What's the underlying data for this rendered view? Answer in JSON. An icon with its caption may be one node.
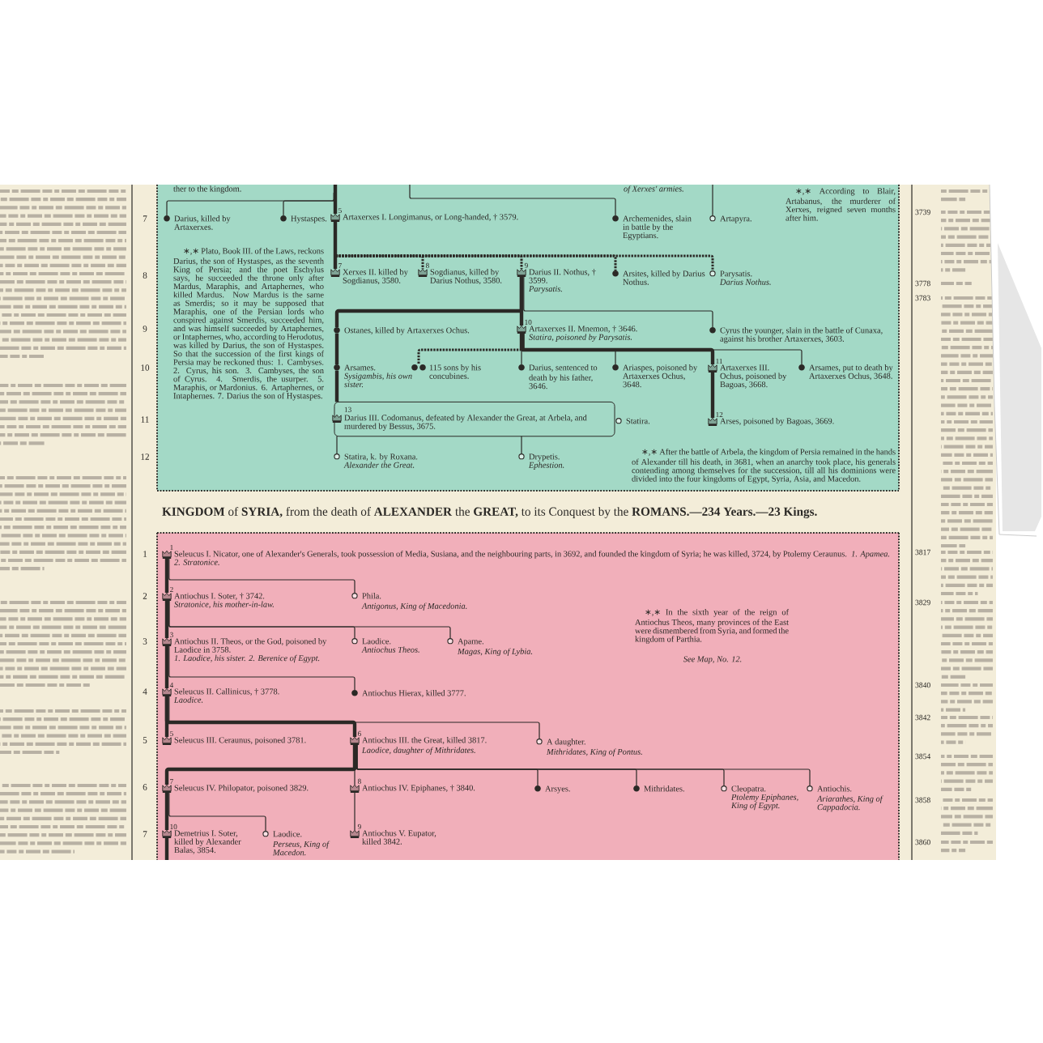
{
  "diagram": {
    "nodes": [
      {
        "text": [],
        "shape": "box"
      },
      {
        "text": [],
        "shape": "dot",
        "beside": [
          "Darius, killed by Artaxerxes."
        ],
        "in": 0
      },
      {
        "text": [],
        "shape": "dot",
        "beside": [
          "Hystaspes."
        ],
        "in": 0
      },
      {
        "text": [],
        "shape": "crown",
        "beside": [
          "5",
          "Artaxerxes I. Longimanus, or Long-handed, † 3579."
        ],
        "in": 0
      },
      {
        "text": [],
        "shape": "dot",
        "beside": [
          "Archemenides, slain in battle by the Egyptians."
        ],
        "in": 0
      },
      {
        "text": [],
        "shape": "circle",
        "beside": [
          "Artapyra."
        ],
        "in": 0
      },
      {
        "text": [],
        "shape": "crown",
        "beside": [
          "7",
          "Xerxes II. killed by Sogdianus, 3580."
        ],
        "in": 0
      },
      {
        "text": [],
        "shape": "crown",
        "beside": [
          "8",
          "Sogdianus, killed by Darius Nothus, 3580."
        ],
        "in": 0
      },
      {
        "text": [],
        "shape": "crown",
        "beside": [
          "9",
          "Darius II. Nothus, † 3599.",
          "Parysatis."
        ],
        "in": 0
      },
      {
        "text": [],
        "shape": "dot",
        "beside": [
          "Arsites, killed by Darius Nothus."
        ],
        "in": 0
      },
      {
        "text": [],
        "shape": "circle",
        "beside": [
          "Parysatis.",
          "Darius Nothus."
        ],
        "in": 0
      },
      {
        "text": [],
        "shape": "dot",
        "beside": [
          "Ostanes, killed by Artaxerxes Ochus."
        ],
        "in": 0
      },
      {
        "text": [],
        "shape": "crown",
        "beside": [
          "10",
          "Artaxerxes II. Mnemon, † 3646.",
          "Statira, poisoned by Parysatis."
        ],
        "in": 0
      },
      {
        "text": [],
        "shape": "dot",
        "beside": [
          "Cyrus the younger, slain in the battle of Cunaxa, against his brother Artaxerxes, 3603."
        ],
        "in": 0
      },
      {
        "text": [],
        "shape": "dot",
        "beside": [
          "Arsames.",
          "Sysigambis, his own sister."
        ],
        "in": 0
      },
      {
        "text": [],
        "shape": "dots",
        "beside": [
          "115 sons by his concubines."
        ],
        "in": 0
      },
      {
        "text": [],
        "shape": "dot",
        "beside": [
          "Darius, sentenced to death by his father, 3646."
        ],
        "in": 0
      },
      {
        "text": [],
        "shape": "dot",
        "beside": [
          "Ariaspes, poisoned by Artaxerxes Ochus, 3648."
        ],
        "in": 0
      },
      {
        "text": [],
        "shape": "crown",
        "beside": [
          "11",
          "Artaxerxes III. Ochus, poisoned by Bagoas, 3668."
        ],
        "in": 0
      },
      {
        "text": [],
        "shape": "dot",
        "beside": [
          "Arsames, put to death by Artaxerxes Ochus, 3648."
        ],
        "in": 0
      },
      {
        "text": [
          "13",
          "Darius III. Codomanus, defeated by Alexander the Great, at Arbela, and murdered by Bessus, 3675."
        ],
        "in": 0
      },
      {
        "text": [],
        "shape": "circle",
        "beside": [
          "Statira."
        ],
        "in": 0
      },
      {
        "text": [],
        "shape": "crown",
        "beside": [
          "12",
          "Arses, poisoned by Bagoas, 3669."
        ],
        "in": 0
      },
      {
        "text": [],
        "shape": "circle",
        "beside": [
          "Statira, k. by Roxana.",
          "Alexander the Great."
        ],
        "in": 0
      },
      {
        "text": [],
        "shape": "circle",
        "beside": [
          "Drypetis.",
          "Ephestion."
        ],
        "in": 0
      },
      {
        "text": [
          "**KINGDOM** of **SYRIA,** from the death of **ALEXANDER** the **GREAT,** to its Conquest by the **ROMANS.—234 Years.—23 Kings.**"
        ]
      },
      {
        "text": [],
        "shape": "crown",
        "beside": [
          "1",
          "Seleucus I. Nicator, one of Alexander's Generals, took possession of Media, Susiana, and the neighbouring parts, in 3692, and founded the kingdom of Syria; he was killed, 3724, by Ptolemy Ceraunus.",
          "1. Apamea. 2. Stratonice."
        ],
        "in": 25
      },
      {
        "text": [],
        "shape": "crown",
        "beside": [
          "2",
          "Antiochus I. Soter, † 3742.",
          "Stratonice, his mother-in-law."
        ],
        "in": 25
      },
      {
        "text": [],
        "shape": "circle",
        "beside": [
          "Phila.",
          "Antigonus, King of Macedonia."
        ],
        "in": 25
      },
      {
        "text": [],
        "shape": "crown",
        "beside": [
          "3",
          "Antiochus II. Theos, or the God, poisoned by Laodice in 3758.",
          "1. Laodice, his sister. 2. Berenice of Egypt."
        ],
        "in": 25
      },
      {
        "text": [],
        "shape": "circle",
        "beside": [
          "Laodice.",
          "Antiochus Theos."
        ],
        "in": 25
      },
      {
        "text": [],
        "shape": "circle",
        "beside": [
          "Apame.",
          "Magas, King of Lybia."
        ],
        "in": 25
      },
      {
        "text": [],
        "shape": "crown",
        "beside": [
          "4",
          "Seleucus II. Callinicus, † 3778.",
          "Laodice."
        ],
        "in": 25
      },
      {
        "text": [],
        "shape": "dot",
        "beside": [
          "Antiochus Hierax, killed 3777."
        ],
        "in": 25
      },
      {
        "text": [],
        "shape": "crown",
        "beside": [
          "5",
          "Seleucus III. Ceraunus, poisoned 3781."
        ],
        "in": 25
      },
      {
        "text": [],
        "shape": "crown",
        "beside": [
          "6",
          "Antiochus III. the Great, killed 3817.",
          "Laodice, daughter of Mithridates."
        ],
        "in": 25
      },
      {
        "text": [],
        "shape": "circle",
        "beside": [
          "A daughter.",
          "Mithridates, King of Pontus."
        ],
        "in": 25
      },
      {
        "text": [],
        "shape": "crown",
        "beside": [
          "7",
          "Seleucus IV. Philopator, poisoned 3829."
        ],
        "in": 25
      },
      {
        "text": [],
        "shape": "crown",
        "beside": [
          "8",
          "Antiochus IV. Epiphanes, † 3840."
        ],
        "in": 25
      },
      {
        "text": [],
        "shape": "dot",
        "beside": [
          "Arsyes."
        ],
        "in": 25
      },
      {
        "text": [],
        "shape": "dot",
        "beside": [
          "Mithridates."
        ],
        "in": 25
      },
      {
        "text": [],
        "shape": "circle",
        "beside": [
          "Cleopatra.",
          "Ptolemy Epiphanes, King of Egypt."
        ],
        "in": 25
      },
      {
        "text": [],
        "shape": "circle",
        "beside": [
          "Antiochis.",
          "Ariarathes, King of Cappadocia."
        ],
        "in": 25
      },
      {
        "text": [],
        "shape": "crown",
        "beside": [
          "10",
          "Demetrius I. Soter, killed by Alexander Balas, 3854."
        ],
        "in": 25
      },
      {
        "text": [],
        "shape": "circle",
        "beside": [
          "Laodice.",
          "Perseus, King of Macedon."
        ],
        "in": 25
      },
      {
        "text": [],
        "shape": "crown",
        "beside": [
          "9",
          "Antiochus V. Eupator, killed 3842."
        ],
        "in": 25
      }
    ],
    "edges": [
      {
        "from": null,
        "to": 1,
        "arrow": "none"
      },
      {
        "from": null,
        "to": 2,
        "arrow": "none"
      },
      {
        "from": null,
        "to": 3,
        "arrow": "none",
        "style": "thick"
      },
      {
        "from": null,
        "to": 4,
        "arrow": "none"
      },
      {
        "from": null,
        "to": 5,
        "arrow": "none"
      },
      {
        "from": 3,
        "to": 6,
        "arrow": "none",
        "style": "thick"
      },
      {
        "from": 3,
        "to": 7,
        "arrow": "none",
        "style": "dashed"
      },
      {
        "from": 3,
        "to": 8,
        "arrow": "none",
        "style": "dashed"
      },
      {
        "from": 3,
        "to": 9,
        "arrow": "none",
        "style": "dashed"
      },
      {
        "from": 3,
        "to": 10,
        "arrow": "none",
        "style": "dashed"
      },
      {
        "from": 8,
        "to": 11,
        "arrow": "none",
        "style": "thick"
      },
      {
        "from": 8,
        "to": 12,
        "arrow": "none",
        "style": "thick"
      },
      {
        "from": 8,
        "to": 13,
        "arrow": "none"
      },
      {
        "from": 11,
        "to": 14,
        "arrow": "none",
        "style": "thick"
      },
      {
        "from": 12,
        "to": 15,
        "arrow": "none",
        "style": "dashed"
      },
      {
        "from": 12,
        "to": 16,
        "arrow": "none"
      },
      {
        "from": 12,
        "to": 17,
        "arrow": "none"
      },
      {
        "from": 12,
        "to": 18,
        "arrow": "none",
        "style": "thick"
      },
      {
        "from": 12,
        "to": 19,
        "arrow": "none"
      },
      {
        "from": 14,
        "to": 20,
        "arrow": "none",
        "style": "thick"
      },
      {
        "from": 18,
        "to": 22,
        "arrow": "none",
        "style": "thick"
      },
      {
        "from": 20,
        "to": 23,
        "arrow": "none"
      },
      {
        "from": 20,
        "to": 24,
        "arrow": "none"
      },
      {
        "from": 26,
        "to": 27,
        "arrow": "none",
        "style": "thick"
      },
      {
        "from": 26,
        "to": 28,
        "arrow": "none"
      },
      {
        "from": 27,
        "to": 29,
        "arrow": "none",
        "style": "thick"
      },
      {
        "from": 27,
        "to": 30,
        "arrow": "none"
      },
      {
        "from": 27,
        "to": 31,
        "arrow": "none"
      },
      {
        "from": 29,
        "to": 32,
        "arrow": "none",
        "style": "thick"
      },
      {
        "from": 29,
        "to": 33,
        "arrow": "none"
      },
      {
        "from": 32,
        "to": 34,
        "arrow": "none",
        "style": "thick"
      },
      {
        "from": 32,
        "to": 35,
        "arrow": "none",
        "style": "thick"
      },
      {
        "from": 32,
        "to": 36,
        "arrow": "none"
      },
      {
        "from": 35,
        "to": 37,
        "arrow": "none",
        "style": "thick"
      },
      {
        "from": 35,
        "to": 38,
        "arrow": "none"
      },
      {
        "from": 35,
        "to": 39,
        "arrow": "none"
      },
      {
        "from": 35,
        "to": 40,
        "arrow": "none"
      },
      {
        "from": 35,
        "to": 41,
        "arrow": "none"
      },
      {
        "from": 35,
        "to": 42,
        "arrow": "none"
      },
      {
        "from": 37,
        "to": 43,
        "arrow": "none",
        "style": "thick"
      },
      {
        "from": 37,
        "to": 44,
        "arrow": "none"
      },
      {
        "from": 38,
        "to": 45,
        "arrow": "none"
      },
      {
        "from": 43,
        "to": null,
        "arrow": "none",
        "style": "thick"
      }
    ],
    "labels": [
      "ther to the kingdom.",
      "of Xerxes' armies.",
      "∗,∗ According to Blair, Artabanus, the murderer of Xerxes, reigned seven months after him.",
      "7",
      "8",
      "9",
      "10",
      "11",
      "12",
      "∗,∗ Plato, Book III. of the Laws, reckons Darius, the son of Hystaspes, as the seventh King of Persia; and the poet Eschylus says, he succeeded the throne only after Mardus, Maraphis, and Artaphernes, who killed Mardus. Now Mardus is the same as Smerdis; so it may be supposed that Maraphis, one of the Persian lords who conspired against Smerdis, succeeded him, and was himself succeeded by Artaphernes, or Intaphernes, who, according to Herodotus, was killed by Darius, the son of Hystaspes. So that the succession of the first kings of Persia may be reckoned thus: 1. Cambyses. 2. Cyrus, his son. 3. Cambyses, the son of Cyrus. 4. Smerdis, the usurper. 5. Maraphis, or Mardonius. 6. Artaphernes, or Intaphernes. 7. Darius the son of Hystaspes.",
      "∗,∗ After the battle of Arbela, the kingdom of Persia remained in the hands of Alexander till his death, in 3681, when an anarchy took place, his generals contending among themselves for the succession, till all his dominions were divided into the four kingdoms of Egypt, Syria, Asia, and Macedon.",
      "1",
      "2",
      "3",
      "4",
      "5",
      "6",
      "7",
      "∗,∗ In the sixth year of the reign of Antiochus Theos, many provinces of the East were dismembered from Syria, and formed the kingdom of Parthia.",
      "See Map, No. 12.",
      "3739",
      "3778",
      "3783",
      "3817",
      "3829",
      "3840",
      "3842",
      "3854",
      "3858",
      "3860"
    ]
  }
}
